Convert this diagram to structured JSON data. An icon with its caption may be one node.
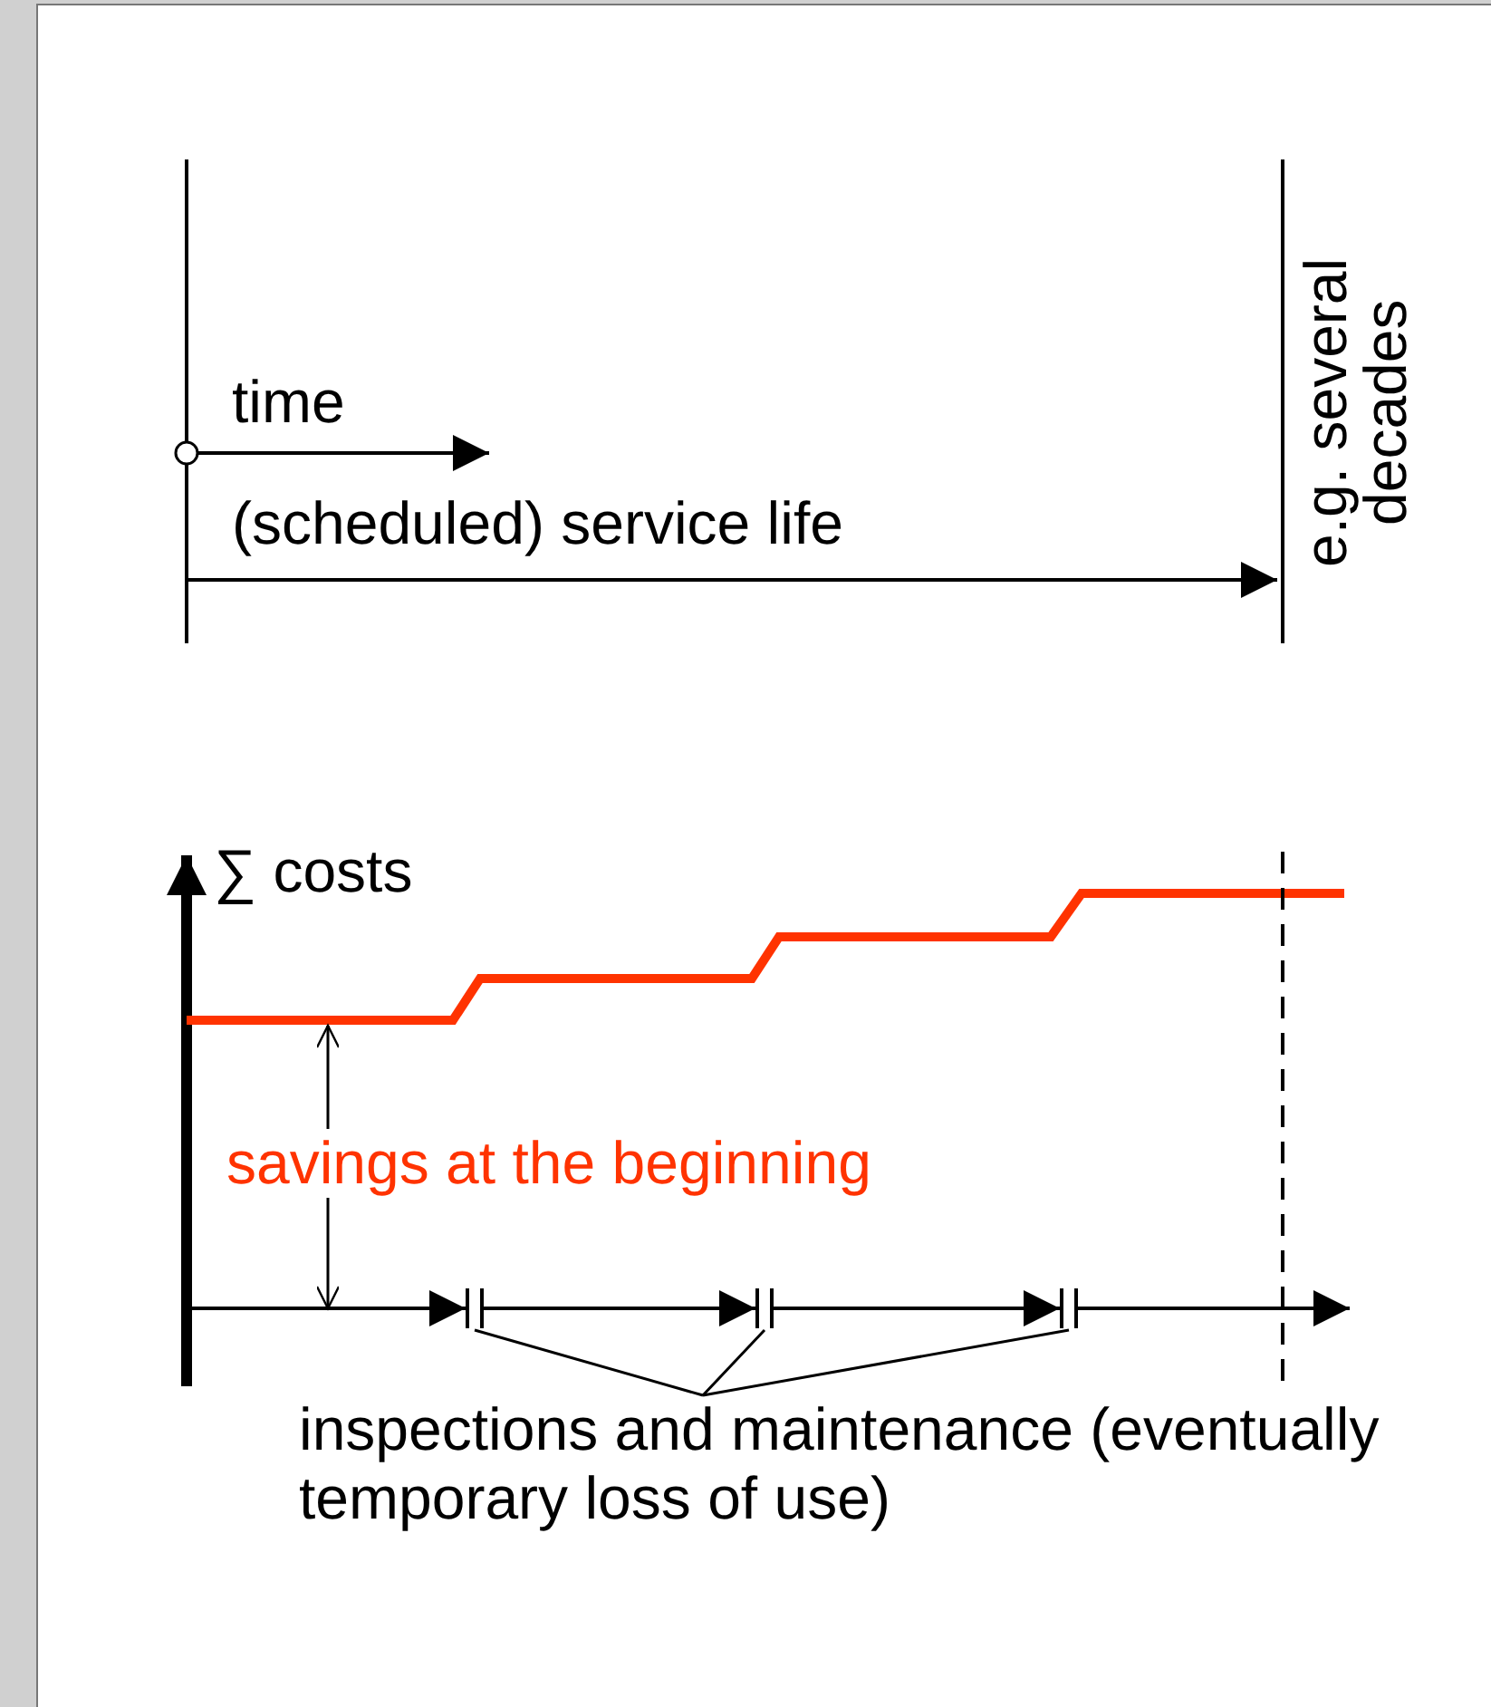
{
  "diagram": {
    "nodes": [
      {
        "text": [
          "inspections and maintenance (eventually temporary loss of use)"
        ]
      },
      {
        "text": [],
        "shape": "bar"
      },
      {
        "text": [],
        "shape": "bar"
      },
      {
        "text": [],
        "shape": "bar"
      }
    ],
    "edges": [
      {
        "from": 0,
        "to": 1,
        "arrow": "none"
      },
      {
        "from": 0,
        "to": 2,
        "arrow": "none"
      },
      {
        "from": 0,
        "to": 3,
        "arrow": "none"
      },
      {
        "from": null,
        "to": 1,
        "arrow": "to"
      },
      {
        "from": 1,
        "to": 2,
        "arrow": "to"
      },
      {
        "from": 2,
        "to": 3,
        "arrow": "to"
      },
      {
        "from": 3,
        "to": null,
        "arrow": "to"
      }
    ],
    "labels": [
      "time",
      "(scheduled) service life",
      "e.g. several decades",
      "∑ costs",
      "savings at the beginning"
    ]
  }
}
